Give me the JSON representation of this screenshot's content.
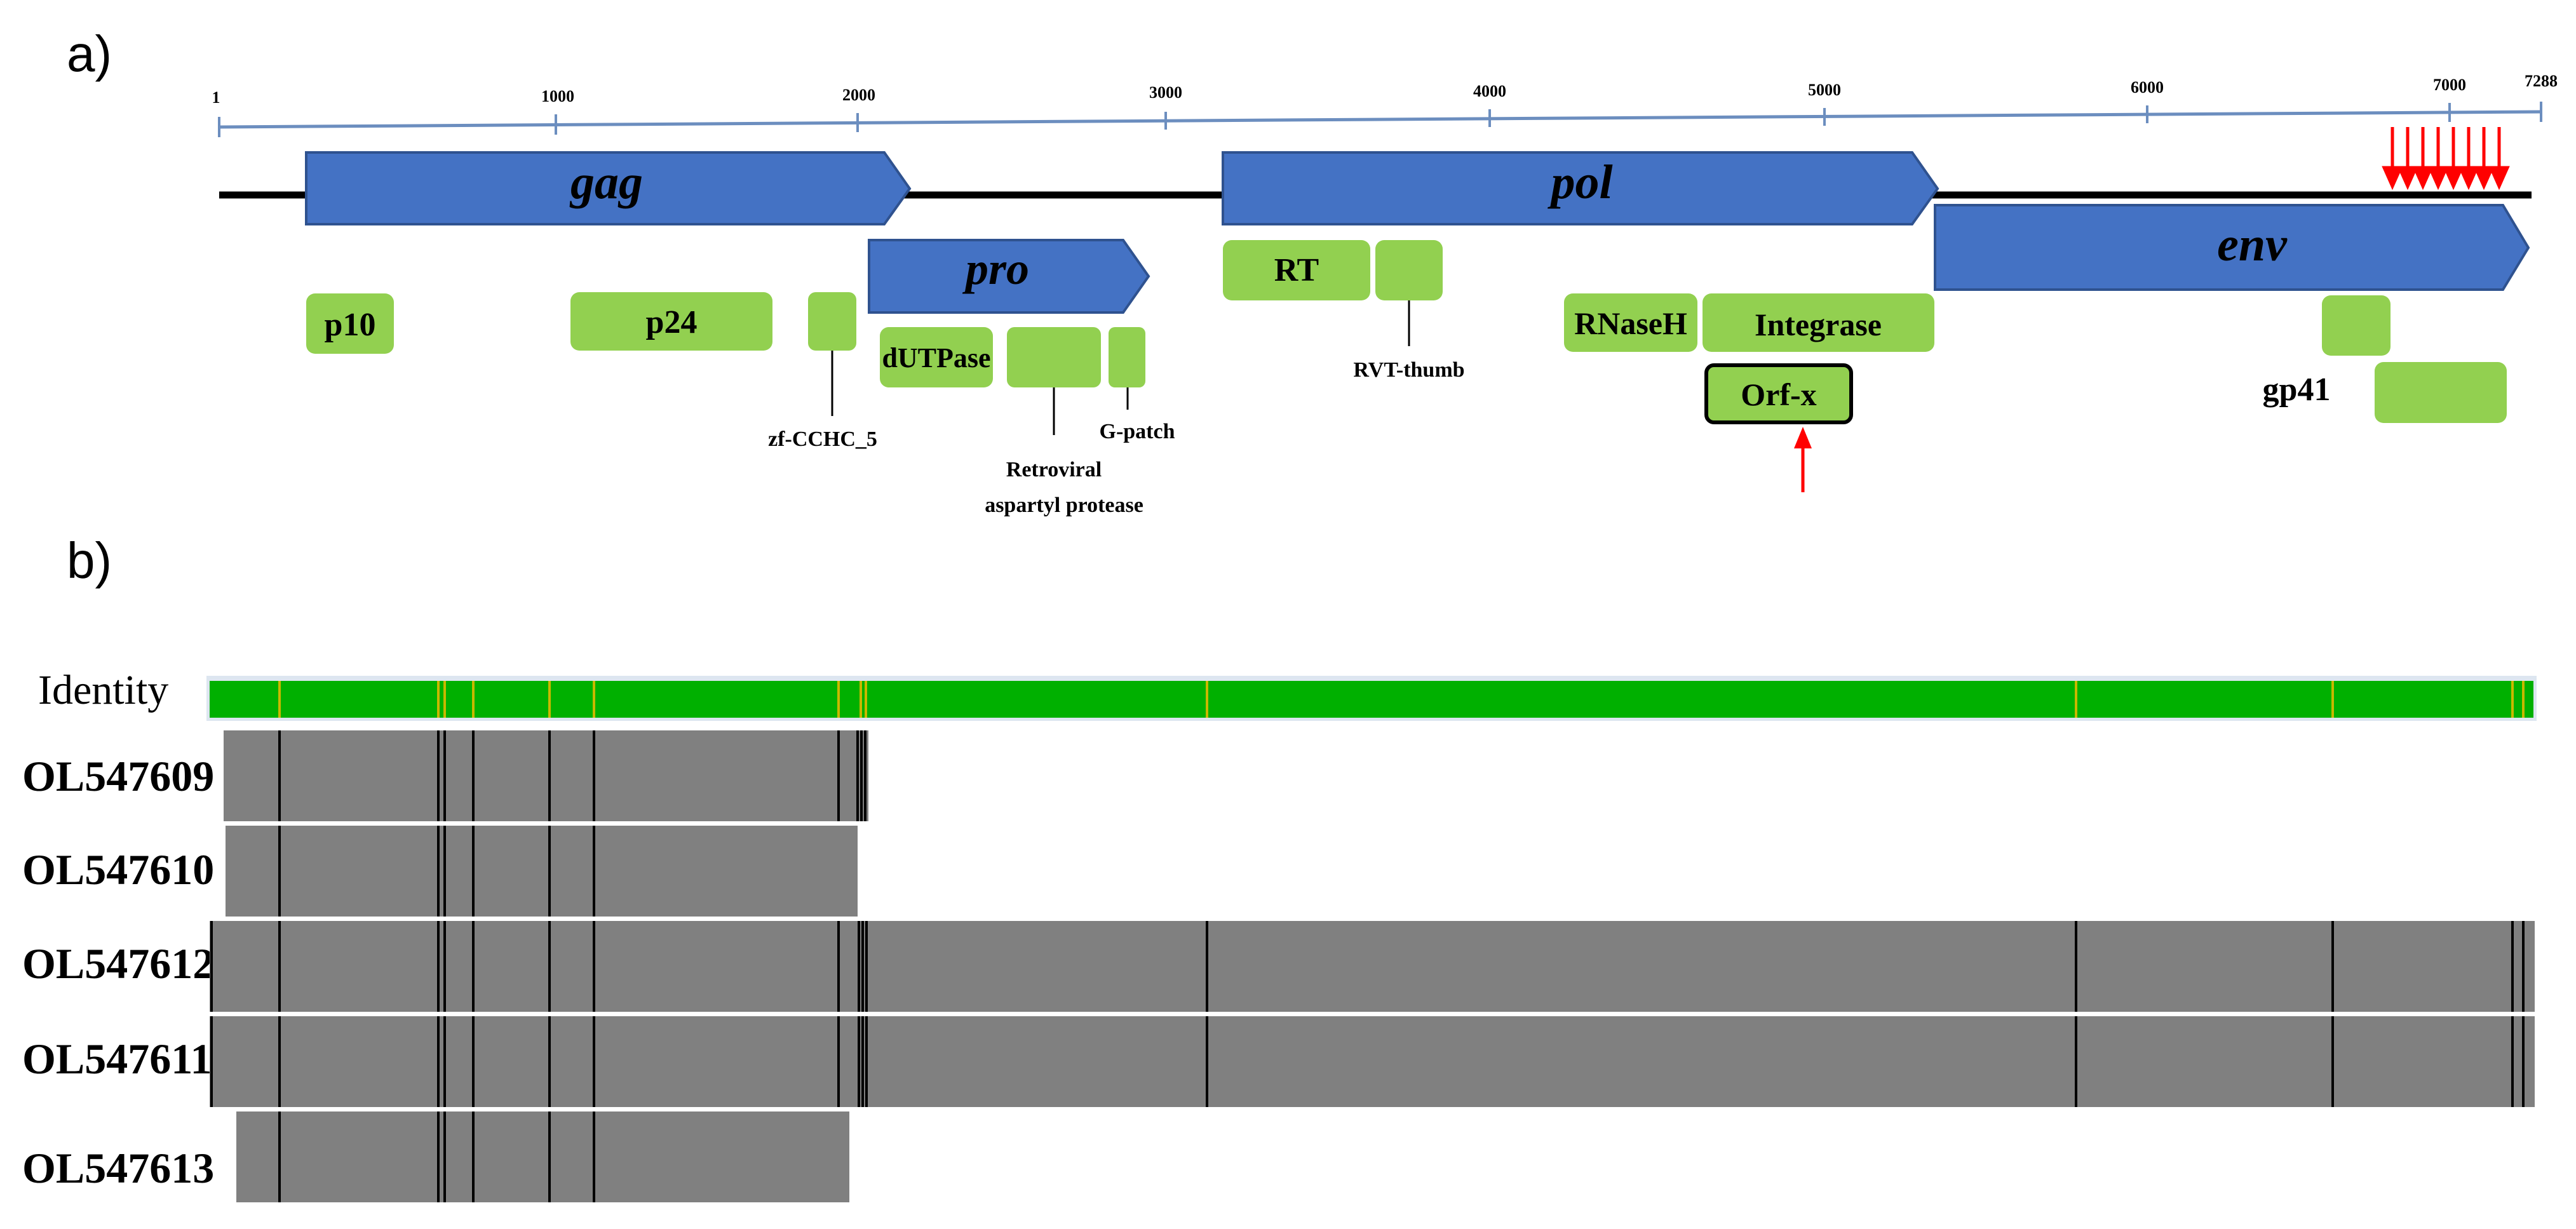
{
  "panels": {
    "a": "a)",
    "b": "b)"
  },
  "ruler": {
    "ticks": [
      "1",
      "1000",
      "2000",
      "3000",
      "4000",
      "5000",
      "6000",
      "7000",
      "7288"
    ]
  },
  "genes": {
    "gag": "gag",
    "pro": "pro",
    "pol": "pol",
    "env": "env"
  },
  "domains": {
    "p10": "p10",
    "p24": "p24",
    "zf": "zf-CCHC_5",
    "dutpase": "dUTPase",
    "retro1": "Retroviral",
    "retro2": "aspartyl protease",
    "gpatch": "G-patch",
    "rt": "RT",
    "rvt": "RVT-thumb",
    "rnaseh": "RNaseH",
    "integrase": "Integrase",
    "orfx": "Orf-x",
    "gp41": "gp41"
  },
  "alignment": {
    "identity_label": "Identity",
    "rows": [
      "OL547609",
      "OL547610",
      "OL547612",
      "OL547611",
      "OL547613"
    ]
  },
  "colors": {
    "gene_blue": "#4472c4",
    "domain_green": "#92d050",
    "identity_green": "#00b000",
    "coverage_gray": "#808080",
    "ruler_blue": "#6c8ebf",
    "arrow_red": "#ff0000"
  }
}
